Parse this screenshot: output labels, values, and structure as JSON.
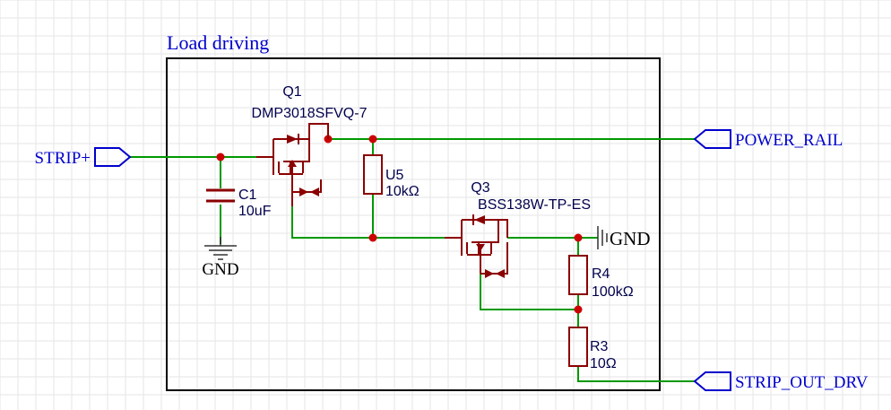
{
  "colors": {
    "grid": "#e6e6e6",
    "frame": "#000000",
    "wire": "#009900",
    "component": "#8b0000",
    "junction": "#cc0000",
    "label": "#0000cc",
    "ref": "#00004d",
    "gnd_body": "#333333"
  },
  "sheet": {
    "title": "Load driving"
  },
  "ports": {
    "strip_plus": "STRIP+",
    "power_rail": "POWER_RAIL",
    "strip_out_drv": "STRIP_OUT_DRV"
  },
  "power": {
    "gnd_left": "GND",
    "gnd_right": "GND"
  },
  "components": {
    "q1": {
      "ref": "Q1",
      "value": "DMP3018SFVQ-7"
    },
    "q3": {
      "ref": "Q3",
      "value": "BSS138W-TP-ES"
    },
    "c1": {
      "ref": "C1",
      "value": "10uF"
    },
    "u5": {
      "ref": "U5",
      "value": "10kΩ"
    },
    "r4": {
      "ref": "R4",
      "value": "100kΩ"
    },
    "r3": {
      "ref": "R3",
      "value": "10Ω"
    }
  },
  "icons": {
    "ground": "ground-icon",
    "port": "port-arrow-icon",
    "mosfet": "mosfet-icon",
    "resistor": "resistor-icon",
    "capacitor": "capacitor-icon"
  }
}
